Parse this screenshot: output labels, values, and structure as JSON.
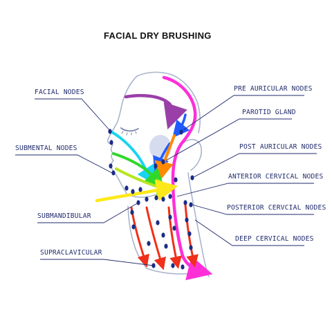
{
  "title": "FACIAL DRY BRUSHING",
  "labels": {
    "facial_nodes": "FACIAL NODES",
    "submental_nodes": "SUBMENTAL NODES",
    "submandibular": "SUBMANDIBULAR",
    "supraclavicular": "SUPRACLAVICULAR",
    "pre_auricular_nodes": "PRE AURICULAR NODES",
    "parotid_gland": "PAROTID GLAND",
    "post_auricular_nodes": "POST AURICULAR NODES",
    "anterior_cervical_nodes": "ANTERIOR CERVICAL NODES",
    "posterior_cervical_nodes": "POSTERIOR CERVCIAL NODES",
    "deep_cervical_nodes": "DEEP CERVICAL NODES"
  },
  "colors": {
    "label": "#1f2a6b",
    "node": "#1b2c86",
    "outline": "#a9b4cc",
    "purple_arrow": "#9b3fa8",
    "magenta_arrow": "#ff2fd8",
    "blue_arrow": "#1f5bff",
    "orange_arrow": "#ff8a00",
    "cyan_arrow": "#19d4f0",
    "green_arrow": "#2fd82a",
    "lime_arrow": "#b6e61e",
    "yellow_arrow": "#ffe81a",
    "red_arrow": "#f0301a"
  }
}
